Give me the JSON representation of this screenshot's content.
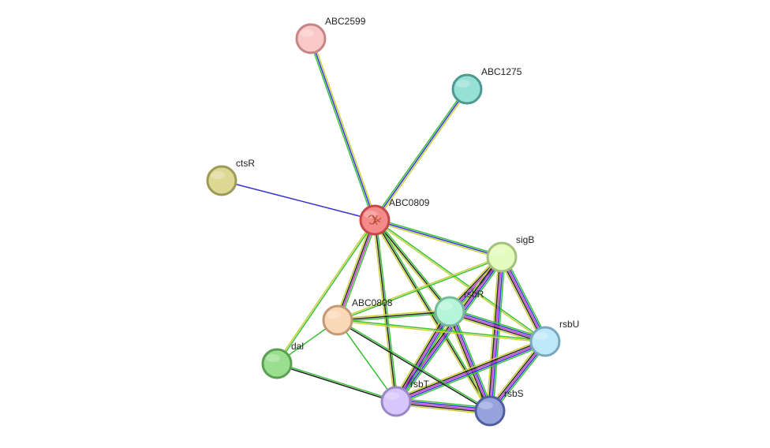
{
  "network": {
    "nodes": [
      {
        "id": "ABC2599",
        "label": "ABC2599",
        "fill": "#f9c8c8",
        "stroke": "#c68585"
      },
      {
        "id": "ABC1275",
        "label": "ABC1275",
        "fill": "#96e0d6",
        "stroke": "#4d9990"
      },
      {
        "id": "ctsR",
        "label": "ctsR",
        "fill": "#ddd995",
        "stroke": "#9d9a55"
      },
      {
        "id": "ABC0809",
        "label": "ABC0809",
        "fill": "#f58a8a",
        "stroke": "#c44848",
        "center": true
      },
      {
        "id": "sigB",
        "label": "sigB",
        "fill": "#e3fbbd",
        "stroke": "#a5c07c"
      },
      {
        "id": "rsbR",
        "label": "rsbR",
        "fill": "#b6f5d8",
        "stroke": "#78b99a"
      },
      {
        "id": "ABC0808",
        "label": "ABC0808",
        "fill": "#fbd9b8",
        "stroke": "#c29a78"
      },
      {
        "id": "rsbU",
        "label": "rsbU",
        "fill": "#c0e8fb",
        "stroke": "#7aa8bd"
      },
      {
        "id": "dal",
        "label": "dal",
        "fill": "#9adf90",
        "stroke": "#5a9f52"
      },
      {
        "id": "rsbT",
        "label": "rsbT",
        "fill": "#d6c6fb",
        "stroke": "#9a88c6"
      },
      {
        "id": "rsbS",
        "label": "rsbS",
        "fill": "#96a3dc",
        "stroke": "#4f5ea0"
      }
    ],
    "edges": [
      {
        "source": "ABC0809",
        "target": "ABC2599",
        "colors": [
          "#38c238",
          "#3232d6",
          "#c9cf3a"
        ]
      },
      {
        "source": "ABC0809",
        "target": "ABC1275",
        "colors": [
          "#38c238",
          "#3232d6",
          "#c9cf3a"
        ]
      },
      {
        "source": "ABC0809",
        "target": "ctsR",
        "colors": [
          "#3232d6"
        ]
      },
      {
        "source": "ABC0809",
        "target": "sigB",
        "colors": [
          "#38c238",
          "#3232d6",
          "#c9cf3a"
        ]
      },
      {
        "source": "ABC0809",
        "target": "rsbR",
        "colors": [
          "#38c238",
          "#222222",
          "#c9cf3a"
        ]
      },
      {
        "source": "ABC0809",
        "target": "ABC0808",
        "colors": [
          "#38c238",
          "#c23ac2",
          "#222222",
          "#c9cf3a"
        ]
      },
      {
        "source": "ABC0809",
        "target": "rsbU",
        "colors": [
          "#38c238",
          "#c9cf3a"
        ]
      },
      {
        "source": "ABC0809",
        "target": "dal",
        "colors": [
          "#38c238",
          "#c9cf3a"
        ]
      },
      {
        "source": "ABC0809",
        "target": "rsbT",
        "colors": [
          "#38c238",
          "#222222",
          "#c9cf3a"
        ]
      },
      {
        "source": "ABC0809",
        "target": "rsbS",
        "colors": [
          "#38c238",
          "#222222",
          "#c9cf3a"
        ]
      },
      {
        "source": "sigB",
        "target": "rsbR",
        "colors": [
          "#38c238",
          "#3232d6",
          "#c23ac2",
          "#222222",
          "#c9cf3a"
        ]
      },
      {
        "source": "sigB",
        "target": "rsbU",
        "colors": [
          "#38c238",
          "#3232d6",
          "#c23ac2",
          "#222222",
          "#c9cf3a"
        ]
      },
      {
        "source": "sigB",
        "target": "rsbT",
        "colors": [
          "#38c238",
          "#3232d6",
          "#c23ac2",
          "#222222",
          "#c9cf3a"
        ]
      },
      {
        "source": "sigB",
        "target": "rsbS",
        "colors": [
          "#38c238",
          "#3232d6",
          "#c23ac2",
          "#222222",
          "#c9cf3a"
        ]
      },
      {
        "source": "sigB",
        "target": "ABC0808",
        "colors": [
          "#38c238",
          "#c9cf3a"
        ]
      },
      {
        "source": "rsbR",
        "target": "rsbU",
        "colors": [
          "#38c238",
          "#3232d6",
          "#c23ac2",
          "#222222",
          "#c9cf3a"
        ]
      },
      {
        "source": "rsbR",
        "target": "rsbT",
        "colors": [
          "#38c238",
          "#3232d6",
          "#c23ac2",
          "#222222",
          "#c9cf3a"
        ]
      },
      {
        "source": "rsbR",
        "target": "rsbS",
        "colors": [
          "#38c238",
          "#3232d6",
          "#c23ac2",
          "#222222",
          "#c9cf3a"
        ]
      },
      {
        "source": "rsbR",
        "target": "ABC0808",
        "colors": [
          "#38c238",
          "#222222",
          "#c9cf3a"
        ]
      },
      {
        "source": "rsbU",
        "target": "rsbT",
        "colors": [
          "#38c238",
          "#3232d6",
          "#c23ac2",
          "#222222",
          "#c9cf3a"
        ]
      },
      {
        "source": "rsbU",
        "target": "rsbS",
        "colors": [
          "#38c238",
          "#3232d6",
          "#c23ac2",
          "#222222",
          "#c9cf3a"
        ]
      },
      {
        "source": "rsbT",
        "target": "rsbS",
        "colors": [
          "#38c238",
          "#3232d6",
          "#c23ac2",
          "#222222",
          "#c9cf3a"
        ]
      },
      {
        "source": "ABC0808",
        "target": "rsbU",
        "colors": [
          "#38c238",
          "#c9cf3a"
        ]
      },
      {
        "source": "ABC0808",
        "target": "rsbT",
        "colors": [
          "#38c238"
        ]
      },
      {
        "source": "ABC0808",
        "target": "rsbS",
        "colors": [
          "#38c238",
          "#222222"
        ]
      },
      {
        "source": "dal",
        "target": "rsbT",
        "colors": [
          "#38c238",
          "#222222"
        ]
      },
      {
        "source": "dal",
        "target": "ABC0808",
        "colors": [
          "#38c238"
        ]
      }
    ]
  }
}
